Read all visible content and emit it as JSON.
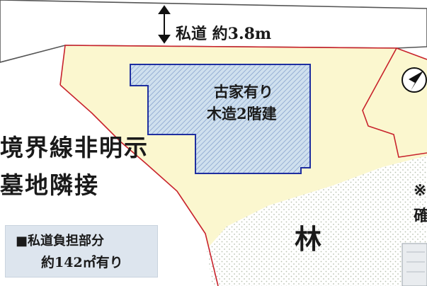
{
  "road": {
    "label": "私道 約3.8m"
  },
  "house": {
    "line1": "古家有り",
    "line2": "木造2階建"
  },
  "notes": {
    "boundary": "境界線非明示",
    "adjacent": "墓地隣接"
  },
  "forest": {
    "label": "林"
  },
  "side_note": {
    "mark": "※",
    "fragment": "確"
  },
  "burden": {
    "line1": "■私道負担部分",
    "line2": "約142㎡有り"
  },
  "colors": {
    "lot_fill": "#fbf7cf",
    "boundary_line": "#c8232c",
    "house_fill": "#cfe0ee",
    "house_outline": "#1f2fa0",
    "road_outline": "#555555",
    "forest_dots": "#c9d1c4",
    "burden_bg": "#dde5ee"
  },
  "icons": {
    "compass": "north-arrow-icon",
    "road_width": "double-arrow-icon"
  }
}
